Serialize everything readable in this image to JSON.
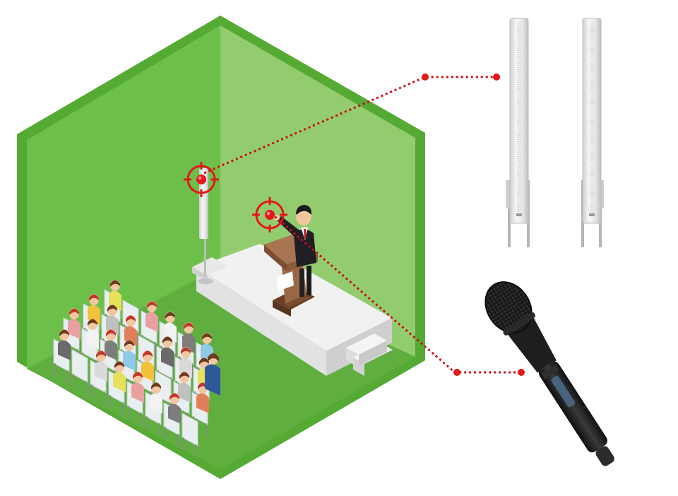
{
  "diagram": {
    "scene": "conference-room-isometric",
    "colors": {
      "wall_left": "#6cc04a",
      "wall_right": "#93cc6e",
      "floor": "#5aaa3c",
      "edge": "#54aa32",
      "stage_top": "#f1f1f1",
      "stage_side": "#d8d8d8",
      "podium": "#8a5a3a",
      "marker": "#e3161c",
      "leader_line": "#c81016",
      "speaker_body": "#e6e6e6",
      "microphone_body": "#1f1f1f"
    },
    "callouts": [
      {
        "target": "column-speaker",
        "marker_icon": "crosshair-target-icon",
        "product_icon": "column-speaker-icon"
      },
      {
        "target": "handheld-microphone",
        "marker_icon": "crosshair-target-icon",
        "product_icon": "microphone-icon"
      }
    ],
    "products": {
      "speaker_count": 2,
      "microphone_count": 1
    }
  }
}
